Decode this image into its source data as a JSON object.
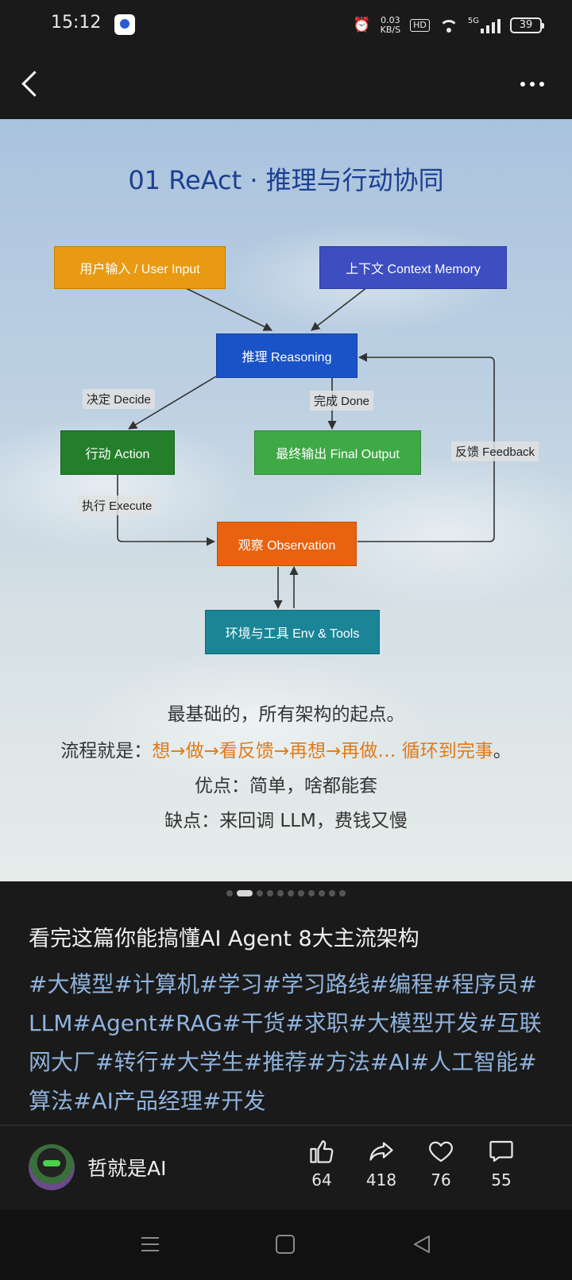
{
  "status_bar": {
    "time": "15:12",
    "net_speed_value": "0.03",
    "net_speed_unit": "KB/S",
    "hd": "HD",
    "network": "5G",
    "battery": "39"
  },
  "diagram": {
    "title": "01 ReAct · 推理与行动协同",
    "nodes": {
      "user_input": "用户输入 / User Input",
      "context_memory": "上下文 Context Memory",
      "reasoning": "推理 Reasoning",
      "action": "行动 Action",
      "final_output": "最终输出 Final Output",
      "observation": "观察 Observation",
      "env_tools": "环境与工具 Env & Tools"
    },
    "edge_labels": {
      "decide": "决定 Decide",
      "done": "完成 Done",
      "feedback": "反馈 Feedback",
      "execute": "执行 Execute"
    },
    "colors": {
      "user_input": "#e89a12",
      "context_memory": "#3d4ec0",
      "reasoning": "#1a53c8",
      "action": "#237f2a",
      "final_output": "#3ea945",
      "observation": "#e8620f",
      "env_tools": "#1a8597",
      "title": "#1b3f92",
      "highlight": "#e07b17"
    },
    "summary": {
      "line1": "最基础的，所有架构的起点。",
      "line2_prefix": "流程就是：",
      "line2_highlight": "想→做→看反馈→再想→再做… 循环到完事",
      "line2_suffix": "。",
      "line3": "优点：简单，啥都能套",
      "line4": "缺点：来回调 LLM，费钱又慢"
    }
  },
  "carousel": {
    "total": 11,
    "active_index": 1
  },
  "post": {
    "title": "看完这篇你能搞懂AI Agent 8大主流架构",
    "tags": "#大模型#计算机#学习#学习路线#编程#程序员#LLM#Agent#RAG#干货#求职#大模型开发#互联网大厂#转行#大学生#推荐#方法#AI#人工智能#算法#AI产品经理#开发"
  },
  "author": {
    "name": "哲就是AI"
  },
  "actions": {
    "like": "64",
    "share": "418",
    "favorite": "76",
    "comment": "55"
  }
}
